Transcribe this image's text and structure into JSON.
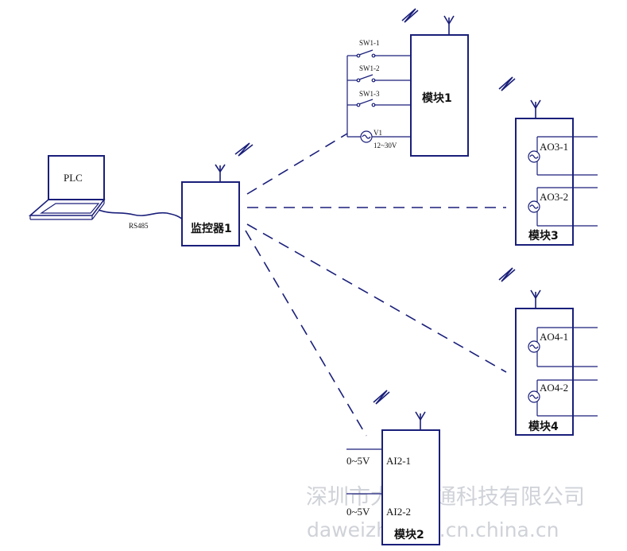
{
  "plc": {
    "label": "PLC"
  },
  "link": {
    "label": "RS485"
  },
  "controller": {
    "label": "监控器1"
  },
  "module1": {
    "label": "模块1",
    "switches": [
      "SW1-1",
      "SW1-2",
      "SW1-3"
    ],
    "supply": {
      "name": "V1",
      "range": "12~30V"
    }
  },
  "module2": {
    "label": "模块2",
    "inputs": [
      {
        "range": "0~5V",
        "name": "AI2-1"
      },
      {
        "range": "0~5V",
        "name": "AI2-2"
      }
    ]
  },
  "module3": {
    "label": "模块3",
    "outputs": [
      "AO3-1",
      "AO3-2"
    ]
  },
  "module4": {
    "label": "模块4",
    "outputs": [
      "AO4-1",
      "AO4-2"
    ]
  },
  "watermark": {
    "company": "深圳市大为智通科技有限公司",
    "site": "daweizhitong.cn.china.cn"
  }
}
